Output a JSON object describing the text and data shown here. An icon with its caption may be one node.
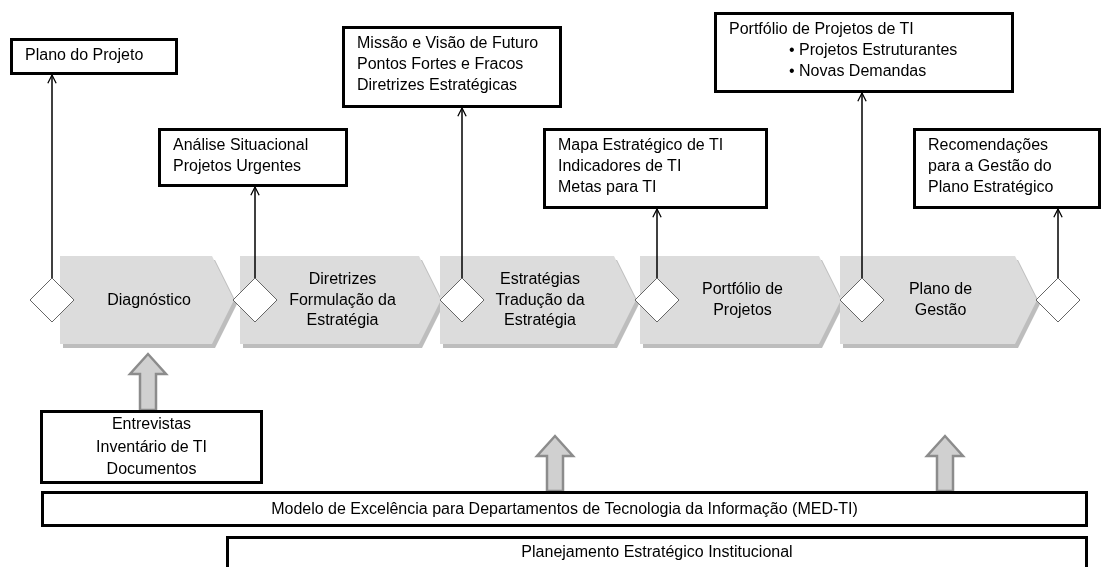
{
  "diagram": {
    "nodes": [
      {
        "text": [
          "Plano do Projeto"
        ]
      },
      {
        "text": [
          "Análise Situacional Projetos Urgentes"
        ]
      },
      {
        "text": [
          "Missão e Visão de Futuro Pontos Fortes e Fracos Diretrizes Estratégicas"
        ]
      },
      {
        "text": [
          "Mapa Estratégico de TI Indicadores de TI Metas para TI"
        ]
      },
      {
        "text": [
          "Portfólio de Projetos de TI",
          "• Projetos Estruturantes",
          "• Novas Demandas"
        ]
      },
      {
        "text": [
          "Recomendações para a Gestão do Plano Estratégico"
        ]
      },
      {
        "text": [],
        "shape": "diamond"
      },
      {
        "text": [],
        "shape": "diamond"
      },
      {
        "text": [],
        "shape": "diamond"
      },
      {
        "text": [],
        "shape": "diamond"
      },
      {
        "text": [],
        "shape": "diamond"
      },
      {
        "text": [],
        "shape": "diamond"
      },
      {
        "text": [
          "Entrevistas Inventário de TI Documentos"
        ]
      },
      {
        "text": [
          "Modelo de Excelência para Departamentos de Tecnologia da Informação (MED-TI)"
        ]
      },
      {
        "text": [
          "Planejamento Estratégico Institucional"
        ]
      }
    ],
    "edges": [
      {
        "from": 6,
        "to": 0,
        "arrow": "to"
      },
      {
        "from": 7,
        "to": 1,
        "arrow": "to"
      },
      {
        "from": 8,
        "to": 2,
        "arrow": "to"
      },
      {
        "from": 9,
        "to": 3,
        "arrow": "to"
      },
      {
        "from": 10,
        "to": 4,
        "arrow": "to"
      },
      {
        "from": 11,
        "to": 5,
        "arrow": "to"
      },
      {
        "from": 6,
        "to": 7,
        "label": "Diagnóstico",
        "arrow": "to",
        "style": "thick",
        "color": "#dcdcdc"
      },
      {
        "from": 7,
        "to": 8,
        "label": "Diretrizes Formulação da Estratégia",
        "arrow": "to",
        "style": "thick",
        "color": "#dcdcdc"
      },
      {
        "from": 8,
        "to": 9,
        "label": "Estratégias Tradução da Estratégia",
        "arrow": "to",
        "style": "thick",
        "color": "#dcdcdc"
      },
      {
        "from": 9,
        "to": 10,
        "label": "Portfólio de Projetos",
        "arrow": "to",
        "style": "thick",
        "color": "#dcdcdc"
      },
      {
        "from": 10,
        "to": 11,
        "label": "Plano de Gestão",
        "arrow": "to",
        "style": "thick",
        "color": "#dcdcdc"
      },
      {
        "from": 12,
        "to": null,
        "arrow": "to",
        "style": "thick",
        "color": "#d0d0d0"
      },
      {
        "from": 13,
        "to": null,
        "arrow": "to",
        "style": "thick",
        "color": "#d0d0d0"
      },
      {
        "from": 13,
        "to": null,
        "arrow": "to",
        "style": "thick",
        "color": "#d0d0d0"
      }
    ]
  }
}
